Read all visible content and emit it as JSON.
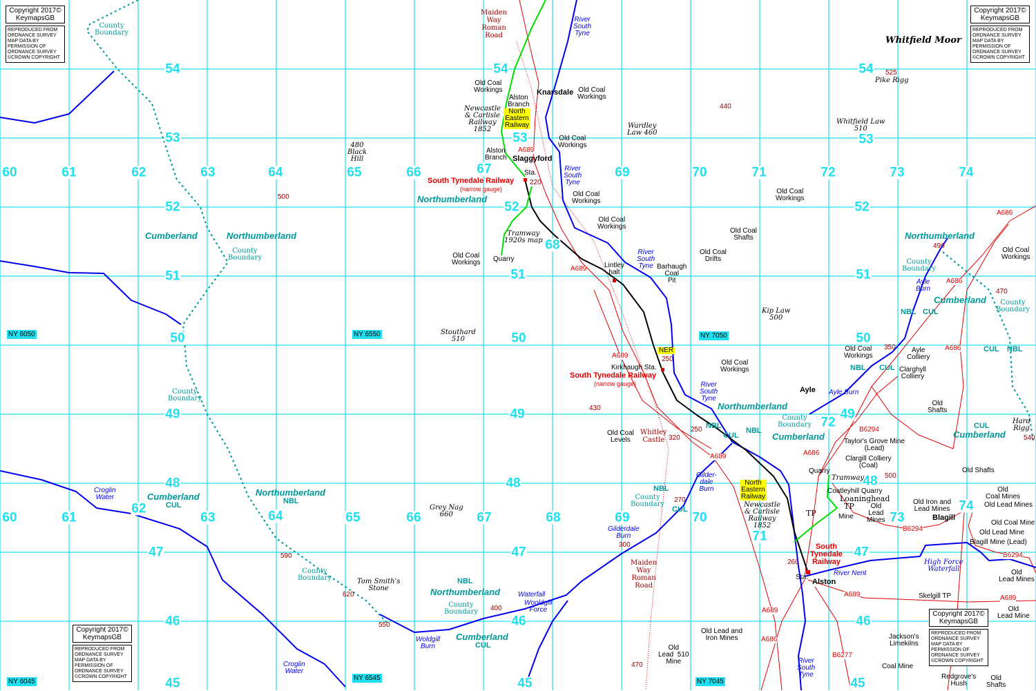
{
  "grid": {
    "eastings_top": [
      "60",
      "61",
      "62",
      "63",
      "64",
      "65",
      "66",
      "67",
      "68",
      "69",
      "70",
      "71",
      "72",
      "73",
      "74"
    ],
    "eastings_bottom": [
      "60",
      "61",
      "62",
      "63",
      "64",
      "65",
      "66",
      "67",
      "68",
      "69",
      "70",
      "71",
      "72",
      "73",
      "74"
    ],
    "northings": [
      "54",
      "53",
      "52",
      "51",
      "50",
      "49",
      "48",
      "47",
      "46",
      "45"
    ]
  },
  "grid_refs": [
    "NY 6050",
    "NY 6550",
    "NY 7050",
    "NY 6045",
    "NY 6545",
    "NY 7045"
  ],
  "copyright": {
    "line1": "Copyright 2017©\nKeymapsGB",
    "line2": "REPRODUCED FROM\nORDNANCE SURVEY\nMAP DATA BY\nPERMISSION OF\nORDNANCE SURVEY\n©CROWN COPYRIGHT"
  },
  "labels": [
    "Whitfield Moor",
    "525",
    "Pike Rigg",
    "Whitfield Law\n510",
    "440",
    "Wardley\nLaw 460",
    "480\nBlack\nHill",
    "500",
    "Maiden\nWay\nRoman\nRoad",
    "River\nSouth\nTyne",
    "Old Coal\nWorkings",
    "Knarsdale",
    "Old Coal\nWorkings",
    "Alston\nBranch",
    "Newcastle\n& Carlisle\nRailway\n1852",
    "North\nEastern\nRailway",
    "Old Coal\nWorkings",
    "A689",
    "Alston\nBranch",
    "Slaggyford",
    "Sta.",
    "220",
    "South Tynedale Railway",
    "(narrow gauge)",
    "River\nSouth\nTyne",
    "Northumberland",
    "Old Coal\nWorkings",
    "Tramway\n1920s map",
    "Quarry",
    "Old Coal\nWorkings",
    "Old Coal\nWorkings",
    "Lintley\nhalt",
    "River\nSouth\nTyne",
    "Barhaugh\nCoal\nPit",
    "A689",
    "Old Coal\nDrifts",
    "Old Coal\nShafts",
    "Old Coal\nWorkings",
    "Kip Law\n500",
    "Stouthard\n510",
    "NER",
    "250",
    "A689",
    "Kirkhaugh Sta.",
    "South Tynedale Railway",
    "(narrow gauge)",
    "Old Coal\nWorkings",
    "River\nSouth\nTyne",
    "Northumberland",
    "430",
    "Old Coal\nLevels",
    "Whitley\nCastle",
    "320",
    "250",
    "NBL",
    "CUL",
    "NBL",
    "A689",
    "County\nBoundary",
    "Cumberland",
    "A686",
    "Northumberland",
    "490",
    "Old Coal\nWorkings",
    "County\nBoundary",
    "A686",
    "470",
    "Ayle\nBurn",
    "Cumberland",
    "County\nBoundary",
    "NBL",
    "CUL",
    "350",
    "Ayle\nColliery",
    "A686",
    "CUL",
    "NBL",
    "Old Coal\nWorkings",
    "NBL",
    "CUL",
    "Clarghyll\nColliery",
    "Ayle",
    "Ayle Burn",
    "Old\nShafts",
    "B6294",
    "CUL",
    "Cumberland",
    "Hard\nRigg",
    "540",
    "Taylor's Grove Mine\n(Lead)",
    "A686",
    "Clargill Colliery\n(Coal)",
    "Quarry",
    "Tramway",
    "500",
    "Old Shafts",
    "Coatleyhill Quarry",
    "Loaninghead",
    "TP",
    "Old\nLead\nMines",
    "Old\nCoal Mines",
    "Old Lead Mines",
    "Old Iron and\nLead Mines",
    "Blagill",
    "TP",
    "Mine",
    "Old Coal Mine",
    "B6294",
    "Old Lead Mine",
    "Blagill Mine (Lead)",
    "South\nTynedale\nRailway",
    "High Force\nWaterfall",
    "B6294",
    "260",
    "River Nent",
    "Old\nLead Mines",
    "Sta.",
    "Alston",
    "A689",
    "Skelgill TP",
    "A689",
    "Old\nLead Mine",
    "A689",
    "North\nEastern\nRailway",
    "Newcastle\n& Carlisle\nRailway\n1852",
    "Gilder-\ndale\nBurn",
    "NBL",
    "County\nBoundary",
    "270",
    "CUL",
    "Gilderdale\nBurn",
    "300",
    "Maiden\nWay\nRoman\nRoad",
    "Old Lead and\nIron Mines",
    "A686",
    "Old\nLead  510\nMine",
    "470",
    "River\nSouth\nTyne",
    "B6277",
    "Jackson's\nLimekilns",
    "Coal Mine",
    "Redgrove's\nHush",
    "Old\nShafts",
    "County\nBoundary",
    "Cumberland",
    "Northumberland",
    "County\nBoundary",
    "County\nBoundary",
    "Croglin\nWater",
    "Cumberland",
    "CUL",
    "Northumberland",
    "NBL",
    "590",
    "County\nBoundary",
    "Tom Smith's\nStone",
    "620",
    "NBL",
    "Northumberland",
    "County\nBoundary",
    "400",
    "Waterfall",
    "Wooldgill\nForce",
    "550",
    "Woldgill\nBurn",
    "Cumberland",
    "CUL",
    "Croglin\nWater",
    "Grey Nag\n660"
  ],
  "colors": {
    "grid": "#20e0f0",
    "river": "#0000ee",
    "road": "#e00000",
    "railway": "#000000",
    "tramway": "#00dd00",
    "county": "#009999",
    "highlight": "#ffff00"
  }
}
